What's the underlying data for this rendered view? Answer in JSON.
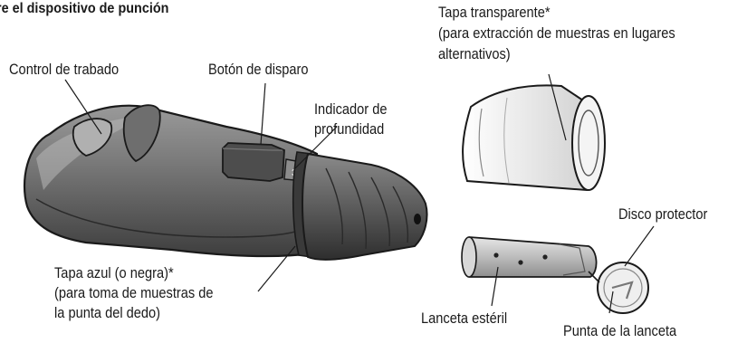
{
  "header": {
    "title": "re el dispositivo de punción"
  },
  "labels": {
    "control_trabado": "Control de trabado",
    "boton_disparo": "Botón de disparo",
    "indicador_profundidad_1": "Indicador de",
    "indicador_profundidad_2": "profundidad",
    "tapa_azul_1": "Tapa azul (o negra)*",
    "tapa_azul_2": "(para toma de muestras de",
    "tapa_azul_3": "la punta del dedo)",
    "tapa_transparente_1": "Tapa transparente*",
    "tapa_transparente_2": "(para extracción de muestras en lugares",
    "tapa_transparente_3": "alternativos)",
    "disco_protector": "Disco protector",
    "lanceta_esteril": "Lanceta estéril",
    "punta_lanceta": "Punta de la lanceta"
  },
  "icons": [
    "lancing-device-illustration",
    "clear-cap-illustration",
    "lancet-illustration"
  ],
  "colors": {
    "device_dark": "#5a5a5a",
    "device_light": "#a8a8a8",
    "outline": "#1a1a1a"
  }
}
